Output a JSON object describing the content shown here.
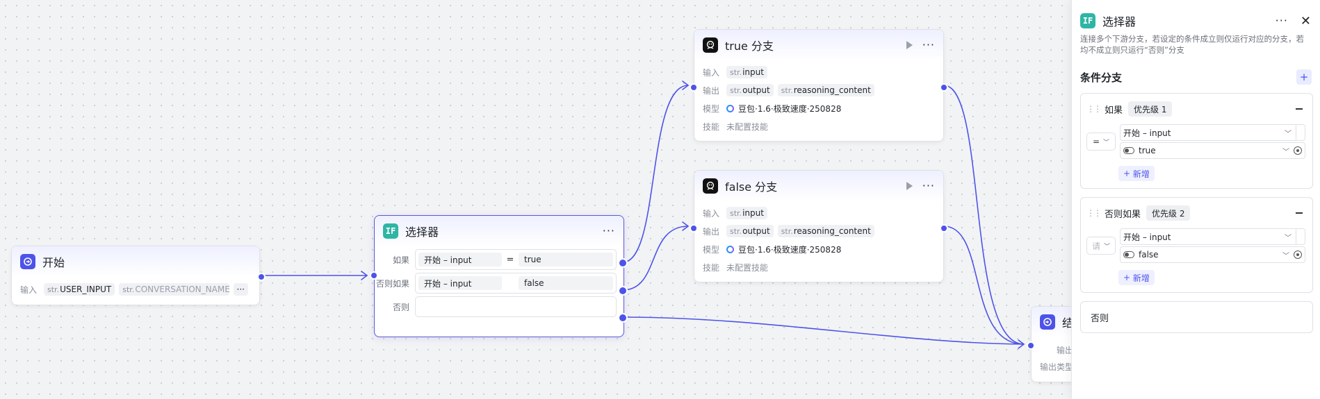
{
  "nodes": {
    "start": {
      "title": "开始",
      "input_label": "输入",
      "type_prefix": "str.",
      "vars": [
        "USER_INPUT",
        "CONVERSATION_NAME"
      ],
      "more": "···"
    },
    "selector": {
      "title": "选择器",
      "more": "···",
      "rows": [
        {
          "label": "如果",
          "left": "开始  –  input",
          "op": "=",
          "right": "true"
        },
        {
          "label": "否则如果",
          "left": "开始  –  input",
          "op": "",
          "right": "false"
        },
        {
          "label": "否则",
          "left": "",
          "op": "",
          "right": ""
        }
      ]
    },
    "true_branch": {
      "title": "true 分支",
      "more": "···",
      "input_label": "输入",
      "output_label": "输出",
      "model_label": "模型",
      "skill_label": "技能",
      "type_prefix": "str.",
      "input_var": "input",
      "output_vars": [
        "output",
        "reasoning_content"
      ],
      "model": "豆包·1.6·极致速度·250828",
      "skill": "未配置技能"
    },
    "false_branch": {
      "title": "false 分支",
      "more": "···",
      "input_label": "输入",
      "output_label": "输出",
      "model_label": "模型",
      "skill_label": "技能",
      "type_prefix": "str.",
      "input_var": "input",
      "output_vars": [
        "output",
        "reasoning_content"
      ],
      "model": "豆包·1.6·极致速度·250828",
      "skill": "未配置技能"
    },
    "end": {
      "title": "结",
      "output_label": "输出",
      "output_type_label": "输出类型"
    }
  },
  "panel": {
    "icon_text": "IF",
    "title": "选择器",
    "more": "···",
    "close": "✕",
    "description": "连接多个下游分支，若设定的条件成立则仅运行对应的分支，若均不成立则只运行“否则”分支",
    "section_title": "条件分支",
    "add": "+",
    "cards": [
      {
        "name": "如果",
        "priority": "优先级 1",
        "op": "=",
        "op_placeholder": "",
        "left": "开始 – input",
        "right": "true",
        "new_label": "新增"
      },
      {
        "name": "否则如果",
        "priority": "优先级 2",
        "op": "",
        "op_placeholder": "请",
        "left": "开始 – input",
        "right": "false",
        "new_label": "新增"
      }
    ],
    "else_label": "否则"
  },
  "colors": {
    "accent": "#4d53e8",
    "edge": "#4d53e8",
    "selected_border": "#5b57d6",
    "if_icon": "#2fb5a4"
  }
}
